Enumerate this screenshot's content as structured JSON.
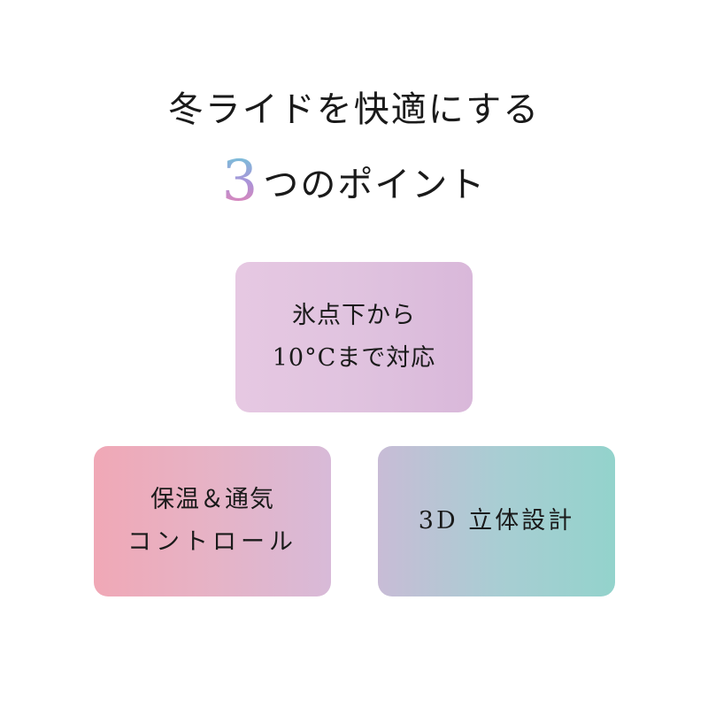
{
  "heading": {
    "line1": "冬ライドを快適にする",
    "number": "3",
    "line2_rest": "つのポイント"
  },
  "points": [
    {
      "line1": "氷点下から",
      "line2": "10°Cまで対応"
    },
    {
      "line1": "保温＆通気",
      "line2": "コントロール"
    },
    {
      "line1": "3D 立体設計"
    }
  ],
  "colors": {
    "number_gradient": [
      "#6ec9d9",
      "#a994d9",
      "#f07fae"
    ],
    "card_top": [
      "#e6c8e2",
      "#d9b8da"
    ],
    "card_left": [
      "#f0a8b6",
      "#d8bad8"
    ],
    "card_right": [
      "#c8bcd6",
      "#93d3cc"
    ]
  }
}
